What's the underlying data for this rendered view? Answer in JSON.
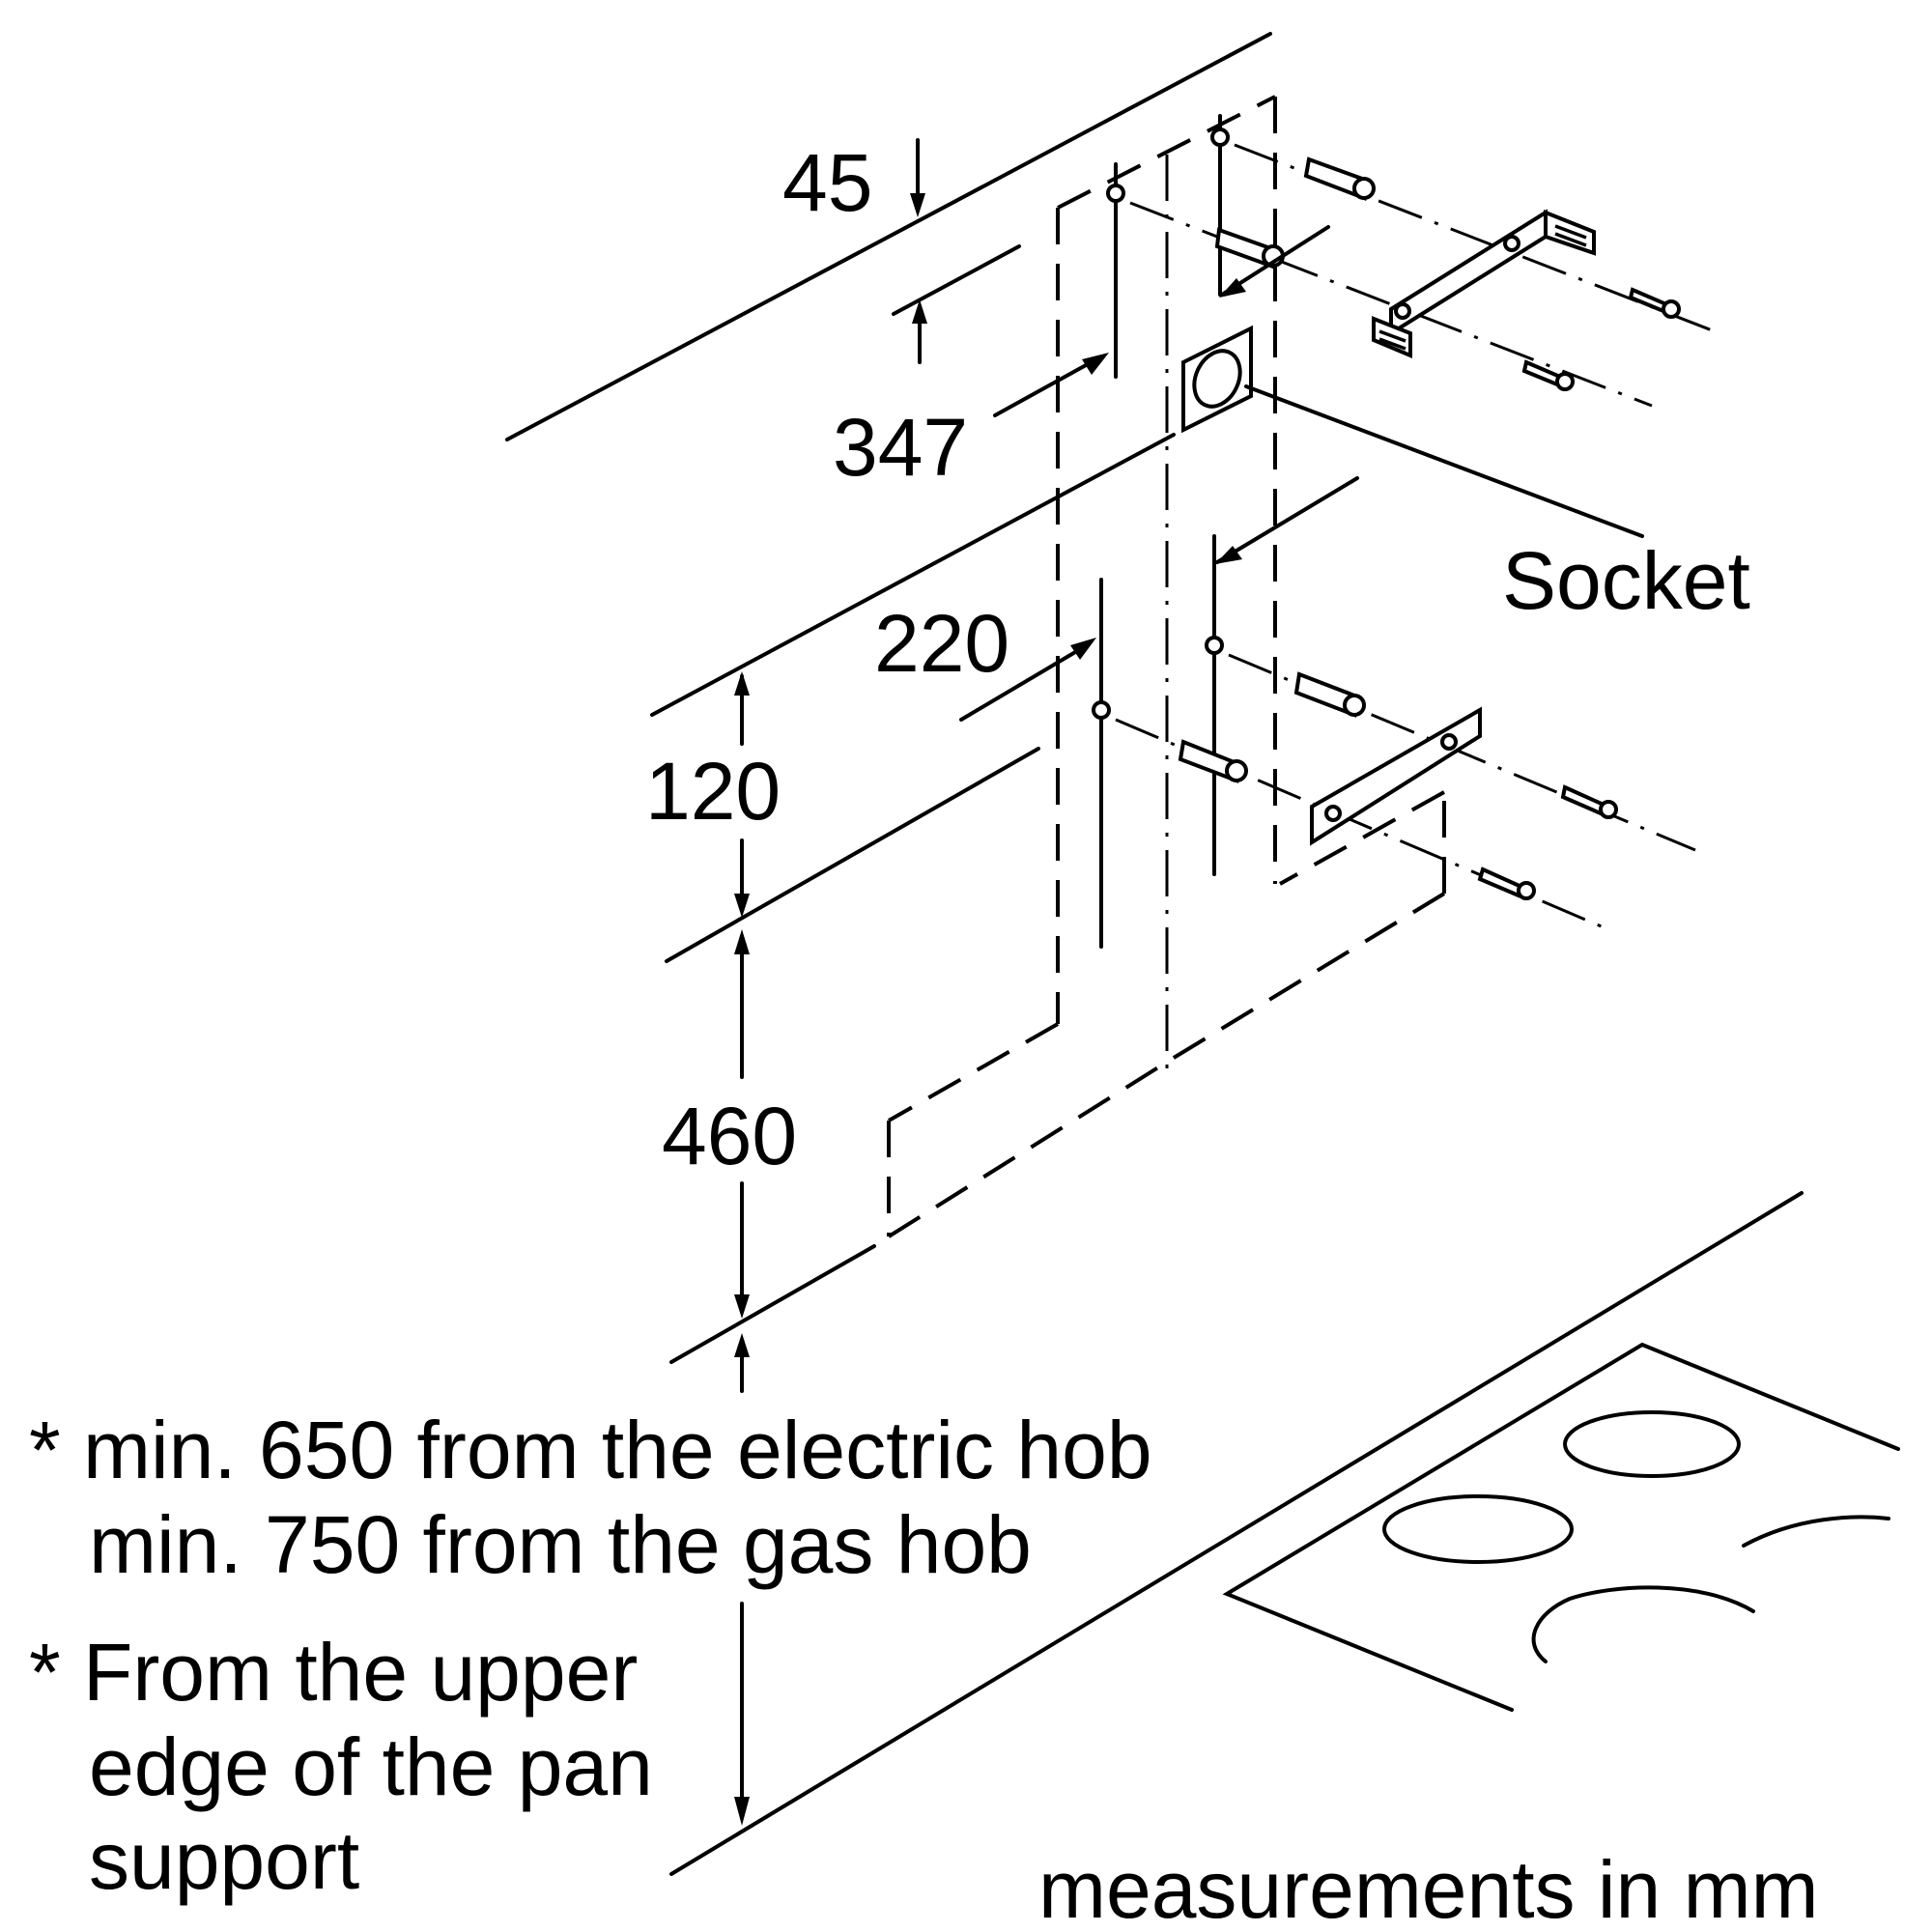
{
  "dimensions": {
    "d45": "45",
    "d347": "347",
    "d220": "220",
    "d120": "120",
    "d460": "460"
  },
  "labels": {
    "socket": "Socket",
    "note1_line1": "* min. 650 from the electric hob",
    "note1_line2": "min. 750 from the gas hob",
    "note2_line1": "* From the upper",
    "note2_line2": "edge of the pan",
    "note2_line3": "support",
    "units": "measurements in mm"
  },
  "colors": {
    "stroke": "#000000",
    "background": "#ffffff"
  }
}
